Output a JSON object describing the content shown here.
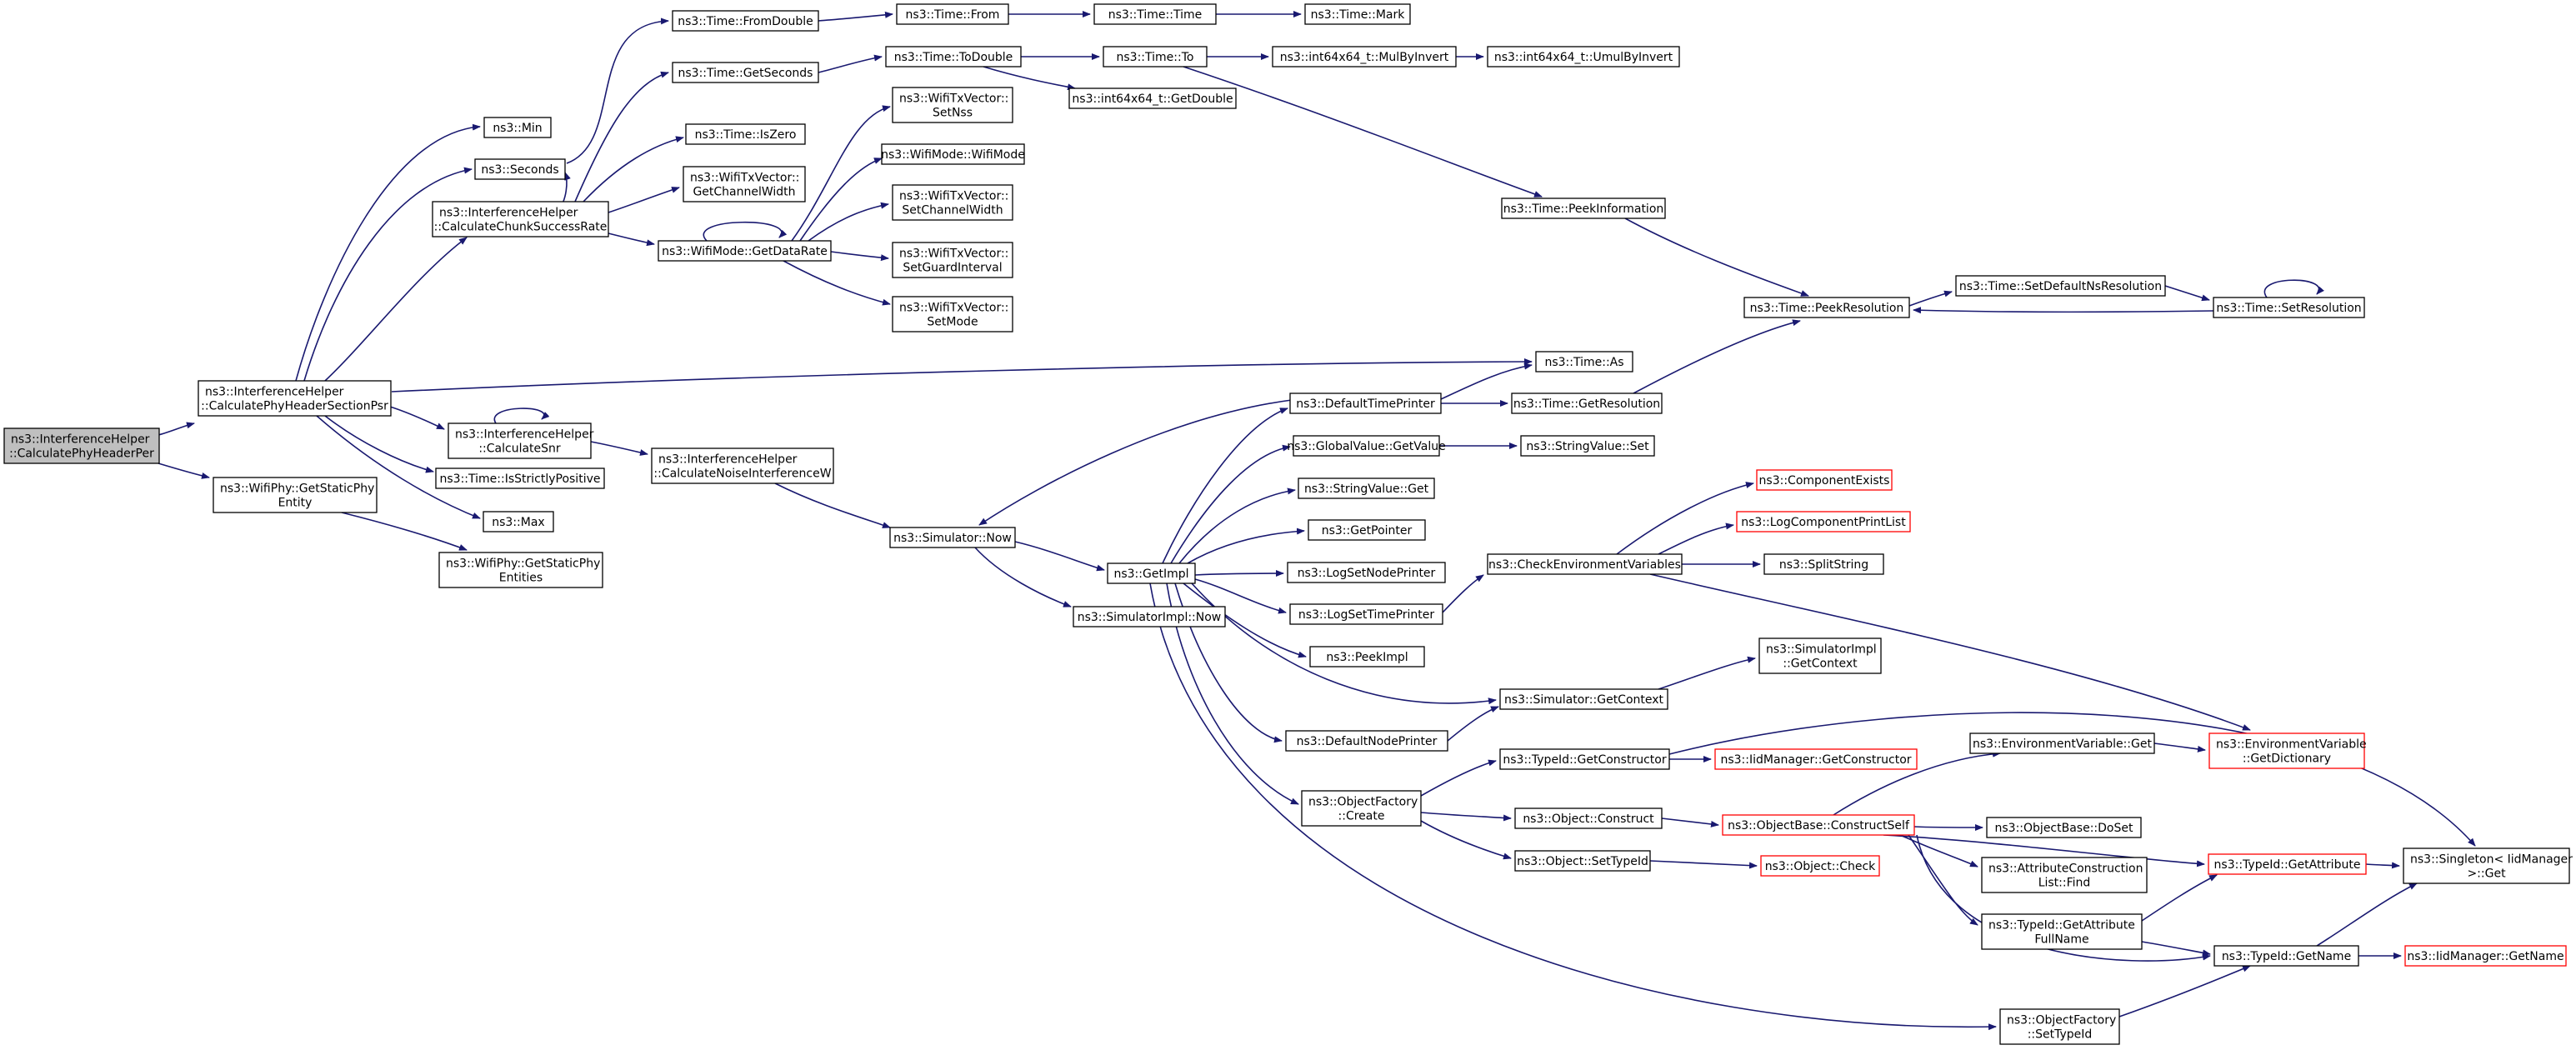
{
  "colors": {
    "edge": "#191970",
    "border": "#000000",
    "border_incomplete": "#ff0000",
    "root_fill": "#bfbfbf",
    "node_fill": "#ffffff"
  },
  "nodes": {
    "n_root": {
      "lines": [
        "ns3::InterferenceHelper",
        "::CalculatePhyHeaderPer"
      ]
    },
    "n_sec": {
      "lines": [
        "ns3::InterferenceHelper",
        "::CalculatePhyHeaderSectionPsr"
      ]
    },
    "n_static": {
      "lines": [
        "ns3::WifiPhy::GetStaticPhy",
        "Entity"
      ]
    },
    "n_statics": {
      "lines": [
        "ns3::WifiPhy::GetStaticPhy",
        "Entities"
      ]
    },
    "n_min": {
      "lines": [
        "ns3::Min"
      ]
    },
    "n_seconds": {
      "lines": [
        "ns3::Seconds"
      ]
    },
    "n_chunk": {
      "lines": [
        "ns3::InterferenceHelper",
        "::CalculateChunkSuccessRate"
      ]
    },
    "n_snr": {
      "lines": [
        "ns3::InterferenceHelper",
        "::CalculateSnr"
      ]
    },
    "n_isstrict": {
      "lines": [
        "ns3::Time::IsStrictlyPositive"
      ]
    },
    "n_max": {
      "lines": [
        "ns3::Max"
      ]
    },
    "n_noise": {
      "lines": [
        "ns3::InterferenceHelper",
        "::CalculateNoiseInterferenceW"
      ]
    },
    "n_fromdouble": {
      "lines": [
        "ns3::Time::FromDouble"
      ]
    },
    "n_getseconds": {
      "lines": [
        "ns3::Time::GetSeconds"
      ]
    },
    "n_iszero": {
      "lines": [
        "ns3::Time::IsZero"
      ]
    },
    "n_getcw": {
      "lines": [
        "ns3::WifiTxVector::",
        "GetChannelWidth"
      ]
    },
    "n_datarate": {
      "lines": [
        "ns3::WifiMode::GetDataRate"
      ]
    },
    "n_from": {
      "lines": [
        "ns3::Time::From"
      ]
    },
    "n_todouble": {
      "lines": [
        "ns3::Time::ToDouble"
      ]
    },
    "n_setnss": {
      "lines": [
        "ns3::WifiTxVector::",
        "SetNss"
      ]
    },
    "n_wifimode": {
      "lines": [
        "ns3::WifiMode::WifiMode"
      ]
    },
    "n_setcw": {
      "lines": [
        "ns3::WifiTxVector::",
        "SetChannelWidth"
      ]
    },
    "n_setgi": {
      "lines": [
        "ns3::WifiTxVector::",
        "SetGuardInterval"
      ]
    },
    "n_setmode": {
      "lines": [
        "ns3::WifiTxVector::",
        "SetMode"
      ]
    },
    "n_time": {
      "lines": [
        "ns3::Time::Time"
      ]
    },
    "n_to": {
      "lines": [
        "ns3::Time::To"
      ]
    },
    "n_getdouble": {
      "lines": [
        "ns3::int64x64_t::GetDouble"
      ]
    },
    "n_mark": {
      "lines": [
        "ns3::Time::Mark"
      ]
    },
    "n_mulbyinv": {
      "lines": [
        "ns3::int64x64_t::MulByInvert"
      ]
    },
    "n_umulbyinv": {
      "lines": [
        "ns3::int64x64_t::UmulByInvert"
      ]
    },
    "n_peekinfo": {
      "lines": [
        "ns3::Time::PeekInformation"
      ]
    },
    "n_peekres": {
      "lines": [
        "ns3::Time::PeekResolution"
      ]
    },
    "n_setdefns": {
      "lines": [
        "ns3::Time::SetDefaultNsResolution"
      ]
    },
    "n_setres": {
      "lines": [
        "ns3::Time::SetResolution"
      ]
    },
    "n_as": {
      "lines": [
        "ns3::Time::As"
      ]
    },
    "n_deftimeprinter": {
      "lines": [
        "ns3::DefaultTimePrinter"
      ]
    },
    "n_getres": {
      "lines": [
        "ns3::Time::GetResolution"
      ]
    },
    "n_now": {
      "lines": [
        "ns3::Simulator::Now"
      ]
    },
    "n_implnow": {
      "lines": [
        "ns3::SimulatorImpl::Now"
      ]
    },
    "n_getimpl": {
      "lines": [
        "ns3::GetImpl"
      ]
    },
    "n_gvget": {
      "lines": [
        "ns3::GlobalValue::GetValue"
      ]
    },
    "n_svset": {
      "lines": [
        "ns3::StringValue::Set"
      ]
    },
    "n_svget": {
      "lines": [
        "ns3::StringValue::Get"
      ]
    },
    "n_getpointer": {
      "lines": [
        "ns3::GetPointer"
      ]
    },
    "n_lognodep": {
      "lines": [
        "ns3::LogSetNodePrinter"
      ]
    },
    "n_logtimep": {
      "lines": [
        "ns3::LogSetTimePrinter"
      ]
    },
    "n_peekimpl": {
      "lines": [
        "ns3::PeekImpl"
      ]
    },
    "n_defnodep": {
      "lines": [
        "ns3::DefaultNodePrinter"
      ]
    },
    "n_checkenv": {
      "lines": [
        "ns3::CheckEnvironmentVariables"
      ]
    },
    "n_compexists": {
      "lines": [
        "ns3::ComponentExists"
      ]
    },
    "n_logcompprint": {
      "lines": [
        "ns3::LogComponentPrintList"
      ]
    },
    "n_splitstring": {
      "lines": [
        "ns3::SplitString"
      ]
    },
    "n_simgetctx": {
      "lines": [
        "ns3::Simulator::GetContext"
      ]
    },
    "n_implgetctx": {
      "lines": [
        "ns3::SimulatorImpl",
        "::GetContext"
      ]
    },
    "n_getctor": {
      "lines": [
        "ns3::TypeId::GetConstructor"
      ]
    },
    "n_iidgetctor": {
      "lines": [
        "ns3::IidManager::GetConstructor"
      ]
    },
    "n_envget": {
      "lines": [
        "ns3::EnvironmentVariable::Get"
      ]
    },
    "n_envdict": {
      "lines": [
        "ns3::EnvironmentVariable",
        "::GetDictionary"
      ]
    },
    "n_ofcreate": {
      "lines": [
        "ns3::ObjectFactory",
        "::Create"
      ]
    },
    "n_objconstruct": {
      "lines": [
        "ns3::Object::Construct"
      ]
    },
    "n_constructself": {
      "lines": [
        "ns3::ObjectBase::ConstructSelf"
      ]
    },
    "n_doset": {
      "lines": [
        "ns3::ObjectBase::DoSet"
      ]
    },
    "n_objsettypeid": {
      "lines": [
        "ns3::Object::SetTypeId"
      ]
    },
    "n_objcheck": {
      "lines": [
        "ns3::Object::Check"
      ]
    },
    "n_acfind": {
      "lines": [
        "ns3::AttributeConstruction",
        "List::Find"
      ]
    },
    "n_getattr": {
      "lines": [
        "ns3::TypeId::GetAttribute"
      ]
    },
    "n_singleton": {
      "lines": [
        "ns3::Singleton< IidManager",
        " >::Get"
      ]
    },
    "n_getattrfull": {
      "lines": [
        "ns3::TypeId::GetAttribute",
        "FullName"
      ]
    },
    "n_getname": {
      "lines": [
        "ns3::TypeId::GetName"
      ]
    },
    "n_iidgetname": {
      "lines": [
        "ns3::IidManager::GetName"
      ]
    },
    "n_ofsettypeid": {
      "lines": [
        "ns3::ObjectFactory",
        "::SetTypeId"
      ]
    }
  }
}
